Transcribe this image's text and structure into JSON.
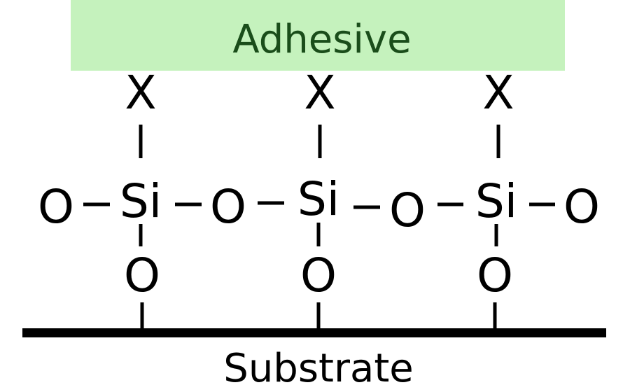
{
  "colors": {
    "adhesive_fill": "#c5f2bd",
    "adhesive_text": "#1a4d1a",
    "substrate_line": "#000000",
    "atom_text": "#000000"
  },
  "adhesive": {
    "label": "Adhesive"
  },
  "substrate": {
    "label": "Substrate"
  },
  "atoms": {
    "x1": "X",
    "x2": "X",
    "x3": "X",
    "si1": "Si",
    "si2": "Si",
    "si3": "Si",
    "o_left": "O",
    "o_mid1": "O",
    "o_mid2": "O",
    "o_right": "O",
    "o_bottom1": "O",
    "o_bottom2": "O",
    "o_bottom3": "O"
  }
}
